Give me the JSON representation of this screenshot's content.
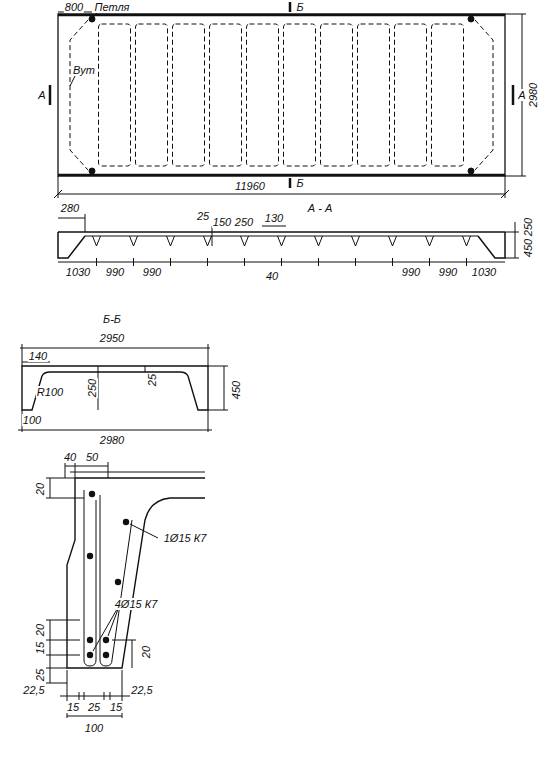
{
  "diagram": {
    "labels": [
      "800",
      "Петля",
      "Б",
      "А",
      "Вут",
      "2980",
      "А",
      "11960",
      "Б",
      "А - А",
      "280",
      "25",
      "150",
      "250",
      "130",
      "250",
      "450",
      "1030",
      "990",
      "990",
      "40",
      "990",
      "990",
      "1030",
      "Б-Б",
      "2950",
      "140",
      "250",
      "25",
      "R100",
      "450",
      "100",
      "2980",
      "40",
      "50",
      "20",
      "1Ø15 К7",
      "4Ø15 К7",
      "20",
      "15",
      "25",
      "20",
      "22,5",
      "22,5",
      "15",
      "25",
      "15",
      "100"
    ]
  }
}
